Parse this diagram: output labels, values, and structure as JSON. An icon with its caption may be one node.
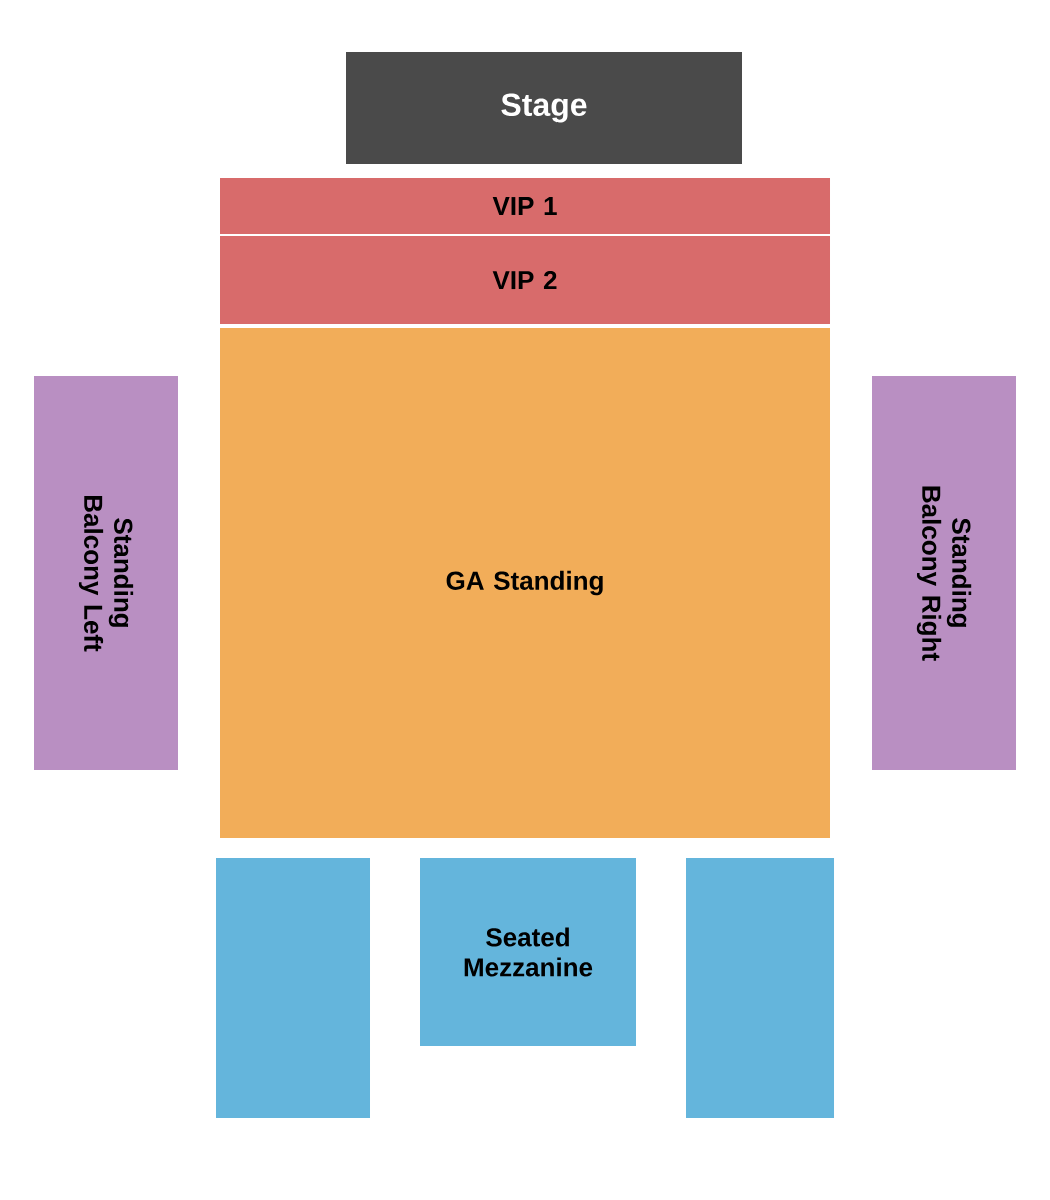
{
  "diagram": {
    "nodes": [
      {
        "text": [
          "Stage"
        ]
      },
      {
        "text": [
          "VIP 1"
        ]
      },
      {
        "text": [
          "VIP 2"
        ]
      },
      {
        "text": [
          "GA Standing"
        ]
      },
      {
        "text": [
          "Standing Balcony Left"
        ]
      },
      {
        "text": [
          "Standing Balcony Right"
        ]
      },
      {
        "text": [],
        "shape": "box"
      },
      {
        "text": [
          "Seated Mezzanine"
        ]
      },
      {
        "text": [],
        "shape": "box"
      }
    ]
  }
}
